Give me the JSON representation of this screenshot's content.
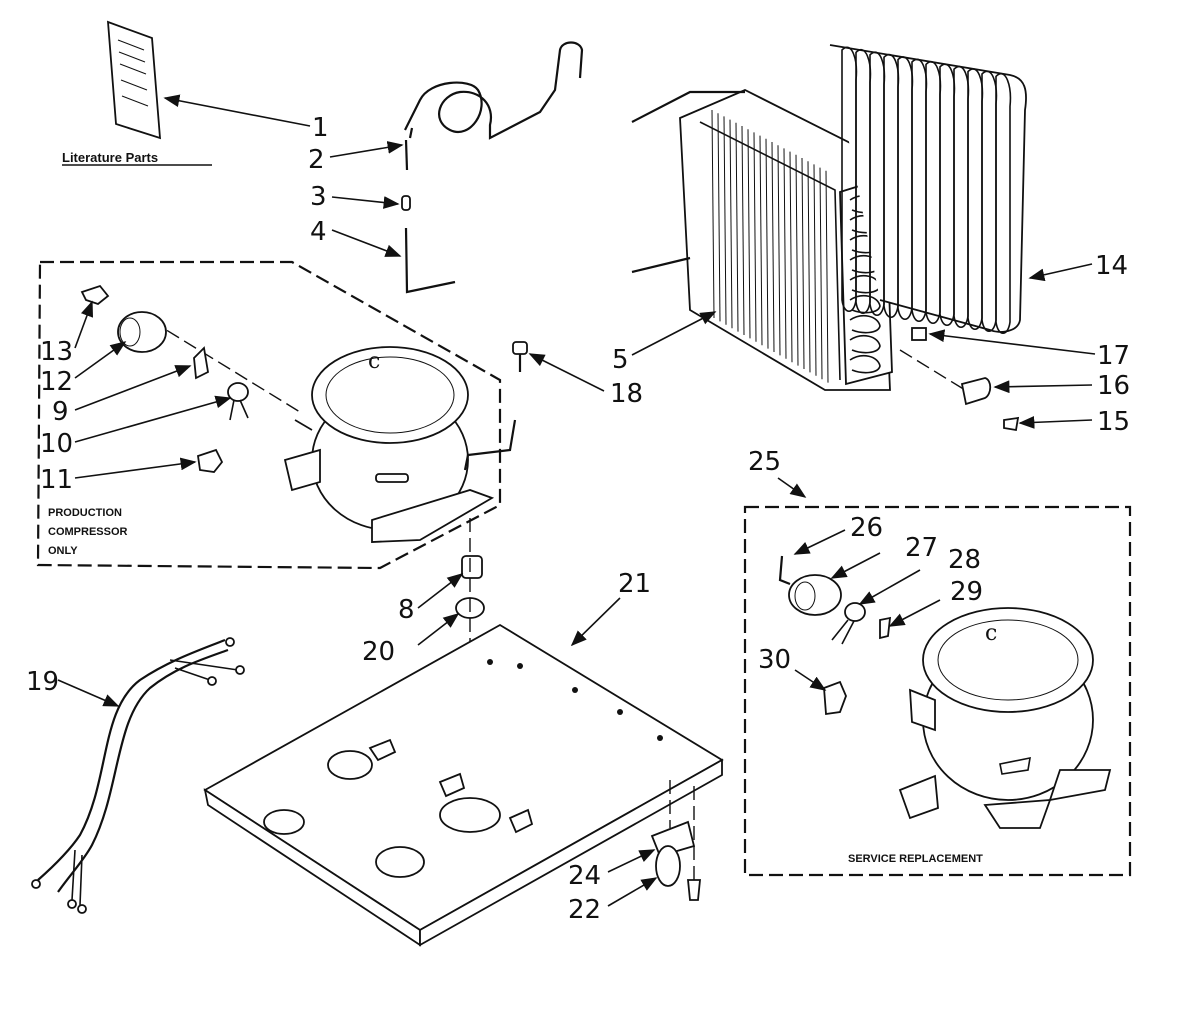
{
  "literature_label": "Literature Parts",
  "production_compressor_note": [
    "PRODUCTION",
    "COMPRESSOR",
    "ONLY"
  ],
  "service_replacement_label": "SERVICE REPLACEMENT",
  "part_numbers": {
    "p1": "1",
    "p2": "2",
    "p3": "3",
    "p4": "4",
    "p5": "5",
    "p8": "8",
    "p9": "9",
    "p10": "10",
    "p11": "11",
    "p12": "12",
    "p13": "13",
    "p14": "14",
    "p15": "15",
    "p16": "16",
    "p17": "17",
    "p18": "18",
    "p19": "19",
    "p20": "20",
    "p21": "21",
    "p22": "22",
    "p24": "24",
    "p25": "25",
    "p26": "26",
    "p27": "27",
    "p28": "28",
    "p29": "29",
    "p30": "30"
  }
}
